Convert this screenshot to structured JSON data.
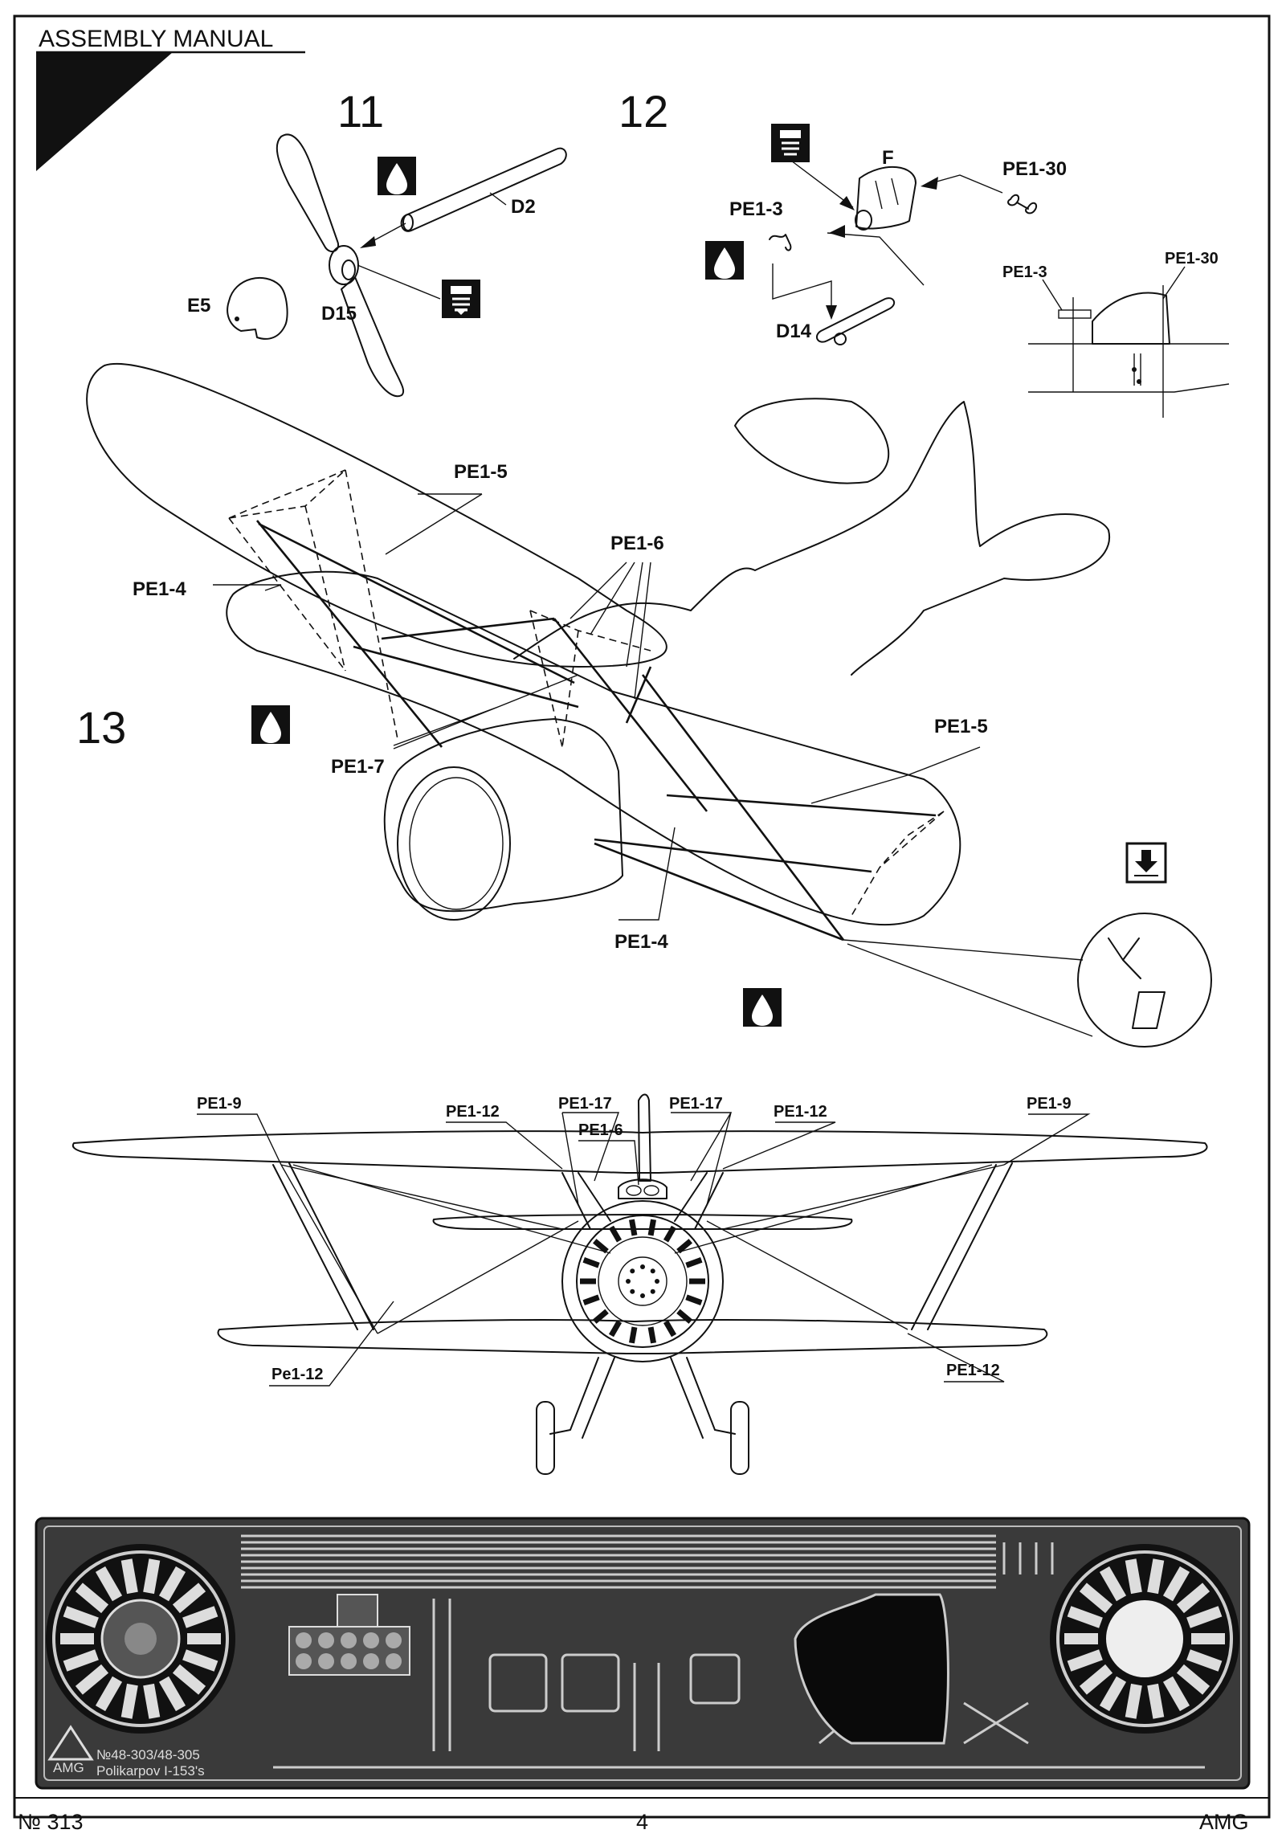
{
  "header": {
    "title": "ASSEMBLY MANUAL"
  },
  "steps": {
    "s11": "11",
    "s12": "12",
    "s13": "13"
  },
  "parts": {
    "d2": "D2",
    "e5": "E5",
    "d15": "D15",
    "f": "F",
    "pe1_3": "PE1-3",
    "pe1_30": "PE1-30",
    "d14": "D14",
    "pe1_3_detail": "PE1-3",
    "pe1_30_detail": "PE1-30",
    "pe1_5_top": "PE1-5",
    "pe1_6": "PE1-6",
    "pe1_4_left": "PE1-4",
    "pe1_7": "PE1-7",
    "pe1_5_right": "PE1-5",
    "pe1_4_bottom": "PE1-4"
  },
  "front_view": {
    "pe1_9_left": "PE1-9",
    "pe1_12_left": "PE1-12",
    "pe1_17_left": "PE1-17",
    "pe1_6": "PE1-6",
    "pe1_17_right": "PE1-17",
    "pe1_12_right": "PE1-12",
    "pe1_9_right": "PE1-9",
    "pe1_12_lower_left": "Pe1-12",
    "pe1_12_lower_right": "PE1-12"
  },
  "fret": {
    "line1": "№48-303/48-305",
    "line2": "Polikarpov I-153's",
    "logo": "AMG"
  },
  "footer": {
    "number": "№ 313",
    "page": "4",
    "brand": "AMG"
  },
  "icons": [
    "glue-drop-icon",
    "sand-file-icon",
    "arrow-down-icon"
  ]
}
